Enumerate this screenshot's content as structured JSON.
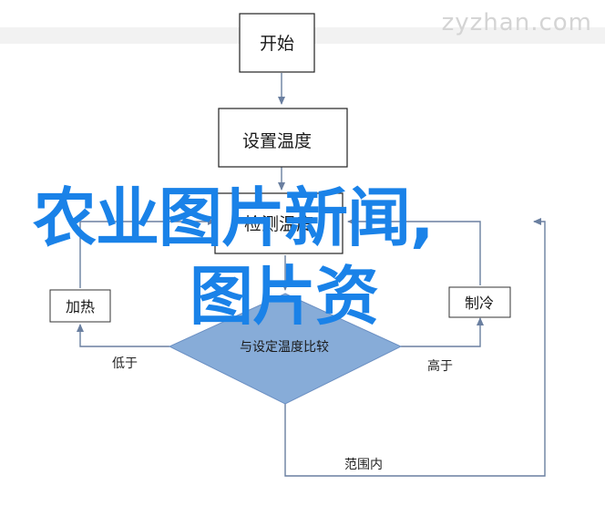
{
  "watermark": "zyzhan.com",
  "flowchart": {
    "start": "开始",
    "set_temp": "设置温度",
    "measure": "检测温度",
    "heat": "加热",
    "cool": "制冷",
    "compare": "与设定温度比较",
    "low": "低于",
    "high": "高于",
    "in_range": "范围内"
  },
  "overlay_title": {
    "line1": "农业图片新闻,",
    "line2": "图片资"
  },
  "colors": {
    "diamond_fill": "#87acd8",
    "arrow": "#6a7fa0",
    "overlay_text": "#1a82e8"
  }
}
